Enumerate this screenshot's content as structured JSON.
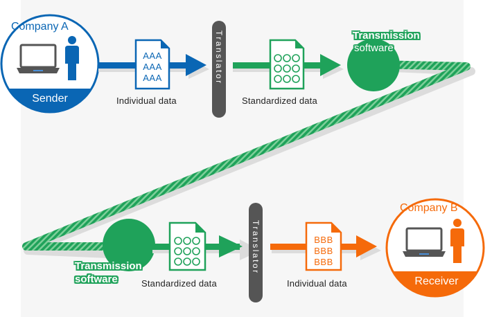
{
  "colors": {
    "sender_blue": "#0a66b4",
    "standard_green": "#1fa25a",
    "receiver_orange": "#f56a0a",
    "translator_gray": "#555555",
    "background_panel": "#f6f6f6"
  },
  "sender": {
    "company": "Company A",
    "role": "Sender",
    "icons": [
      "laptop-icon",
      "person-icon"
    ]
  },
  "receiver": {
    "company": "Company B",
    "role": "Receiver",
    "icons": [
      "laptop-icon",
      "person-icon"
    ]
  },
  "top_flow": {
    "individual_doc": {
      "lines": [
        "AAA",
        "AAA",
        "AAA"
      ],
      "label": "Individual data"
    },
    "translator": "Translator",
    "standard_doc": {
      "symbol": "○○○",
      "rows": 3,
      "label": "Standardized data"
    },
    "transmission": {
      "line1": "Transmission",
      "line2": "software"
    }
  },
  "bottom_flow": {
    "transmission": {
      "line1": "Transmission",
      "line2": "software"
    },
    "standard_doc": {
      "symbol": "○○○",
      "rows": 3,
      "label": "Standardized data"
    },
    "translator": "Translator",
    "individual_doc": {
      "lines": [
        "BBB",
        "BBB",
        "BBB"
      ],
      "label": "Individual data"
    }
  }
}
